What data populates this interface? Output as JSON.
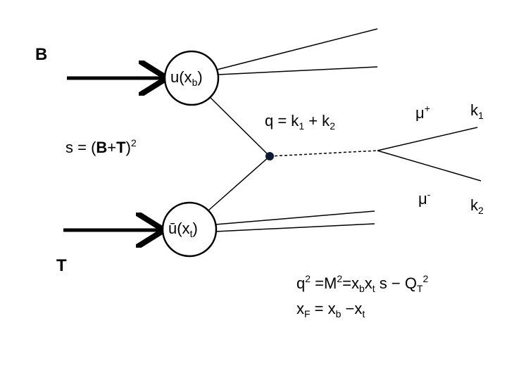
{
  "labels": {
    "beam": "B",
    "target": "T",
    "s_eq_prefix": "s = (",
    "s_B": "B",
    "s_plus": "+",
    "s_T": "T",
    "s_close": ")",
    "s_exp": "2",
    "u_main": "u(x",
    "u_sub": "b",
    "u_close": ")",
    "ubar_main": "ū(x",
    "ubar_sub": "t",
    "ubar_close": ")",
    "q_prefix": "q = k",
    "q_sub1": "1",
    "q_mid": " + k",
    "q_sub2": "2",
    "mu_plus": "μ",
    "mu_plus_sup": "+",
    "mu_minus": "μ",
    "mu_minus_sup": "-",
    "k1": "k",
    "k1_sub": "1",
    "k2": "k",
    "k2_sub": "2",
    "eq1_q": "q",
    "eq1_q_sup": "2",
    "eq1_eqM": " =M",
    "eq1_M_sup": "2",
    "eq1_eqx": "=x",
    "eq1_xb_sub": "b",
    "eq1_x2": "x",
    "eq1_xt_sub": "t",
    "eq1_s": " s − Q",
    "eq1_QT_sub": "T",
    "eq1_QT_sup": "2",
    "eq2_x": "x",
    "eq2_xF_sub": "F",
    "eq2_eq": " = x",
    "eq2_xb_sub": "b",
    "eq2_minus": " −x",
    "eq2_xt_sub": "t"
  },
  "colors": {
    "line": "#000000",
    "vertex": "#0d1a33"
  }
}
